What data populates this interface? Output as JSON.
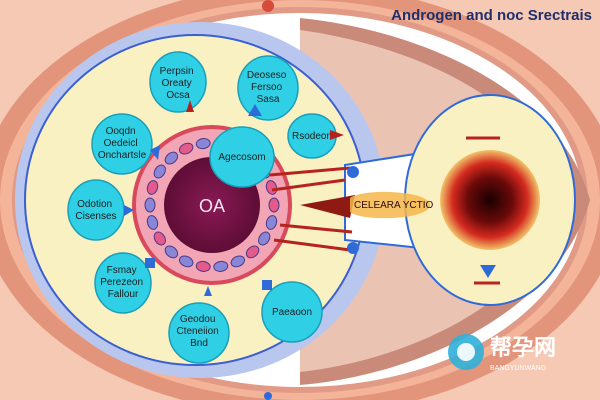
{
  "title": "Androgen and noc Srectrais",
  "center": {
    "label": "OA"
  },
  "bubbles": [
    {
      "id": "top-left",
      "lines": [
        "Perpsin",
        "Oreaty",
        "Ocsa"
      ]
    },
    {
      "id": "top-mid",
      "lines": [
        "Deoseso",
        "Fersoo",
        "Sasa"
      ]
    },
    {
      "id": "mid-left",
      "lines": [
        "Ooqdn",
        "Oedeicl",
        "Onchartsle"
      ]
    },
    {
      "id": "center-top",
      "lines": [
        "Agecosom"
      ]
    },
    {
      "id": "right-top",
      "lines": [
        "Rsodeon"
      ]
    },
    {
      "id": "left",
      "lines": [
        "Odotion",
        "Cisenses"
      ]
    },
    {
      "id": "bottom-left",
      "lines": [
        "Fsmay",
        "Perezeon",
        "Fallour"
      ]
    },
    {
      "id": "bottom-mid",
      "lines": [
        "Geodou",
        "Cteneiion",
        "Bnd"
      ]
    },
    {
      "id": "bottom-right",
      "lines": [
        "Paeaoon"
      ]
    }
  ],
  "side_label": "CELEARA YCTIO",
  "watermark": {
    "cn": "帮孕网",
    "en": "BANGYUNWANG"
  },
  "colors": {
    "bubble": "#2fd0e6",
    "bubble_stroke": "#1a9fb8",
    "arrow_red": "#b5231f",
    "arrow_blue": "#2f6bd8",
    "core": "#7a1447",
    "yellow": "#f9f1c2"
  }
}
